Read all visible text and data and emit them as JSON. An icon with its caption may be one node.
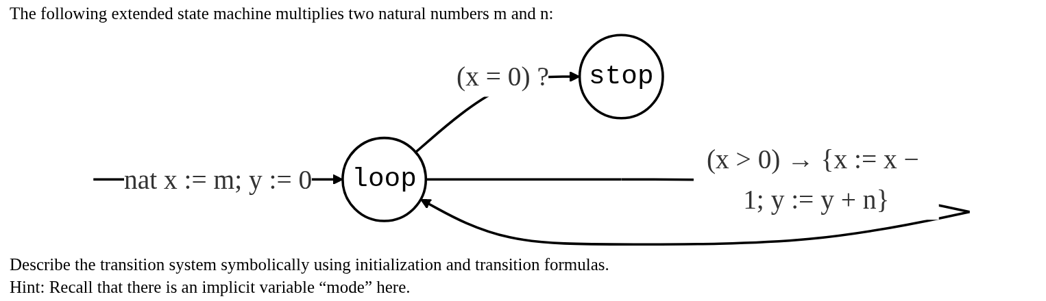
{
  "diagram": {
    "title": "The following extended state machine multiplies two natural numbers m and n:",
    "nodes": [
      {
        "text": [
          "loop"
        ]
      },
      {
        "text": [
          "stop"
        ]
      }
    ],
    "edges": [
      {
        "from": null,
        "to": 0,
        "arrow": "to",
        "label": "nat x := m; y := 0"
      },
      {
        "from": 0,
        "to": 0,
        "arrow": "to",
        "label": "(x > 0) → {x := x − 1; y := y + n}"
      },
      {
        "from": 0,
        "to": 1,
        "arrow": "to",
        "label": "(x = 0) ?"
      }
    ],
    "labels": [
      "Describe the transition system symbolically using initialization and transition formulas.",
      "Hint: Recall that there is an implicit variable “mode” here."
    ]
  }
}
